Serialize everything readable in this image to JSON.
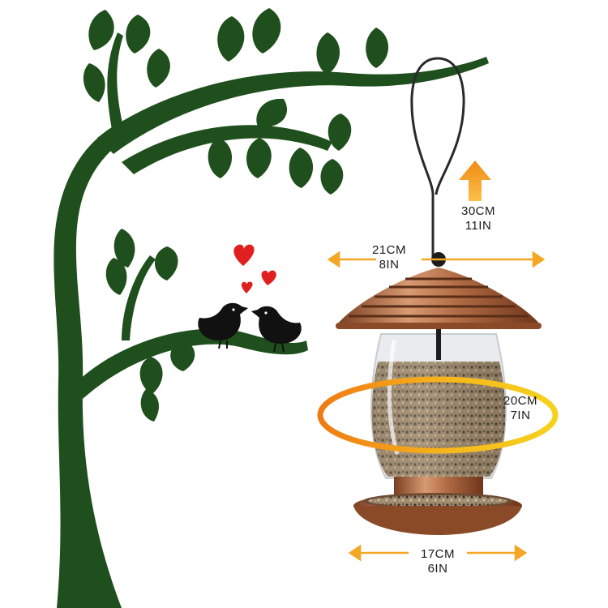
{
  "image": {
    "subject": "bird-feeder-dimensions",
    "colors": {
      "tree": "#1f4f1c",
      "heart": "#e02020",
      "bird": "#111111",
      "copper": "#b5734a",
      "arrow": "#f5a623",
      "ring_orange": "#f07a14",
      "ring_yellow": "#f6d21c"
    }
  },
  "dimensions": {
    "height": {
      "metric": "30CM",
      "imperial": "11IN"
    },
    "roof_width": {
      "metric": "21CM",
      "imperial": "8IN"
    },
    "jar_circumference": {
      "metric": "20CM",
      "imperial": "7IN"
    },
    "tray_width": {
      "metric": "17CM",
      "imperial": "6IN"
    }
  }
}
